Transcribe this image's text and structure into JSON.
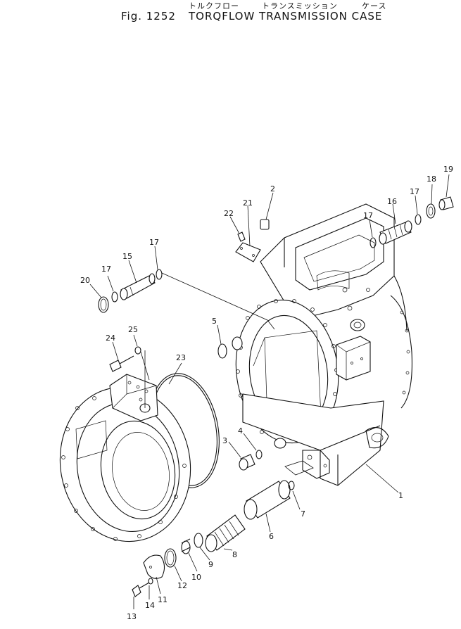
{
  "header": {
    "kana_1": "トルクフロー",
    "kana_2": "トランスミッション",
    "kana_3": "ケース",
    "fig_label": "Fig. 1252",
    "title": "TORQFLOW TRANSMISSION CASE"
  },
  "callouts": {
    "c1": "1",
    "c2": "2",
    "c3": "3",
    "c4": "4",
    "c5": "5",
    "c6": "6",
    "c7": "7",
    "c8": "8",
    "c9": "9",
    "c10": "10",
    "c11": "11",
    "c12": "12",
    "c13": "13",
    "c14": "14",
    "c15": "15",
    "c16": "16",
    "c17a": "17",
    "c17b": "17",
    "c17c": "17",
    "c17d": "17",
    "c18": "18",
    "c19": "19",
    "c20": "20",
    "c21": "21",
    "c22": "22",
    "c23": "23",
    "c24": "24",
    "c25": "25"
  }
}
